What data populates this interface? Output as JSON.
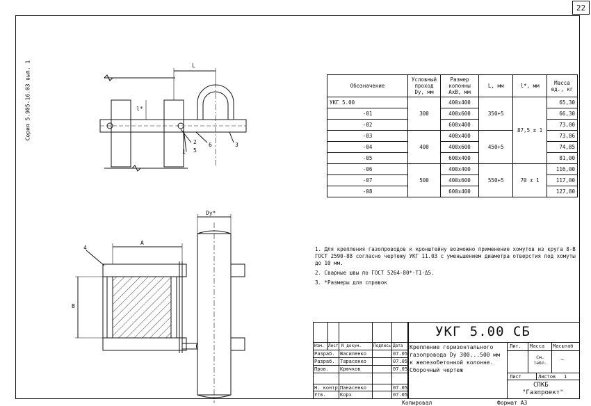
{
  "page_number": "22",
  "series_label": "Серия 5.905-16.03 вып. 1",
  "drawing": {
    "top_view": {
      "dim_L": "L",
      "dim_l": "l*",
      "callouts": [
        "1",
        "2",
        "5",
        "6",
        "3"
      ]
    },
    "front_view": {
      "dim_Dy": "Dy*",
      "dim_A": "A",
      "dim_B": "B",
      "callout": "4"
    }
  },
  "spec_table": {
    "headers": [
      "Обозначение",
      "Условный проход Dy, мм",
      "Размер колонны AxB, мм",
      "L, мм",
      "l*, мм",
      "Масса ед., кг"
    ],
    "rows": [
      {
        "designation": "УКГ 5.00",
        "size": "400x400",
        "mass": "65,30"
      },
      {
        "designation": "-01",
        "size": "400x600",
        "mass": "66,30"
      },
      {
        "designation": "-02",
        "size": "600x400",
        "mass": "73,00"
      },
      {
        "designation": "-03",
        "size": "400x400",
        "mass": "73,86"
      },
      {
        "designation": "-04",
        "size": "400x600",
        "mass": "74,85"
      },
      {
        "designation": "-05",
        "size": "600x400",
        "mass": "81,00"
      },
      {
        "designation": "-06",
        "size": "400x400",
        "mass": "116,00"
      },
      {
        "designation": "-07",
        "size": "400x600",
        "mass": "117,00"
      },
      {
        "designation": "-08",
        "size": "600x400",
        "mass": "127,80"
      }
    ],
    "dy_groups": [
      "300",
      "400",
      "500"
    ],
    "L_groups": [
      "350+5",
      "450+5",
      "550+5"
    ],
    "l_groups": [
      "87,5 ± 1",
      "70 ± 1"
    ]
  },
  "notes": [
    "1. Для крепления газопроводов к кронштейну возможно применение хомутов из круга 8-В ГОСТ 2590-88 согласно чертежу УКГ 11.03 с уменьшением диаметра отверстия под хомуты до 10 мм.",
    "2. Сварные швы по ГОСТ 5264-80*-Т1-Δ5.",
    "3. *Размеры для справок"
  ],
  "title_block": {
    "code": "УКГ 5.00 СБ",
    "title_lines": [
      "Крепление горизонтального",
      "газопровода Dy 300...500 мм",
      "к железобетонной колонне.",
      "Сборочный чертеж"
    ],
    "col_headers": [
      "Изм.",
      "Лист",
      "N докум.",
      "Подпись",
      "Дата"
    ],
    "roles": [
      {
        "role": "Разраб.",
        "name": "Василенко",
        "date": "07.05"
      },
      {
        "role": "Разраб.",
        "name": "Тарасенко",
        "date": "07.05"
      },
      {
        "role": "Пров.",
        "name": "Крючков",
        "date": "07.05"
      },
      {
        "role": "Н. контр.",
        "name": "Панасенко",
        "date": "07.05"
      },
      {
        "role": "Утв.",
        "name": "Корх",
        "date": "07.05"
      }
    ],
    "lit_label": "Лит.",
    "mass_label": "Масса",
    "scale_label": "Масштаб",
    "mass_value": "См. табл.",
    "scale_value": "—",
    "sheet_label": "Лист",
    "sheets_label": "Листов",
    "sheets_value": "1",
    "org_line1": "СПКБ",
    "org_line2": "\"Газпроект\""
  },
  "footer": {
    "copied": "Копировал",
    "format": "Формат А3"
  }
}
